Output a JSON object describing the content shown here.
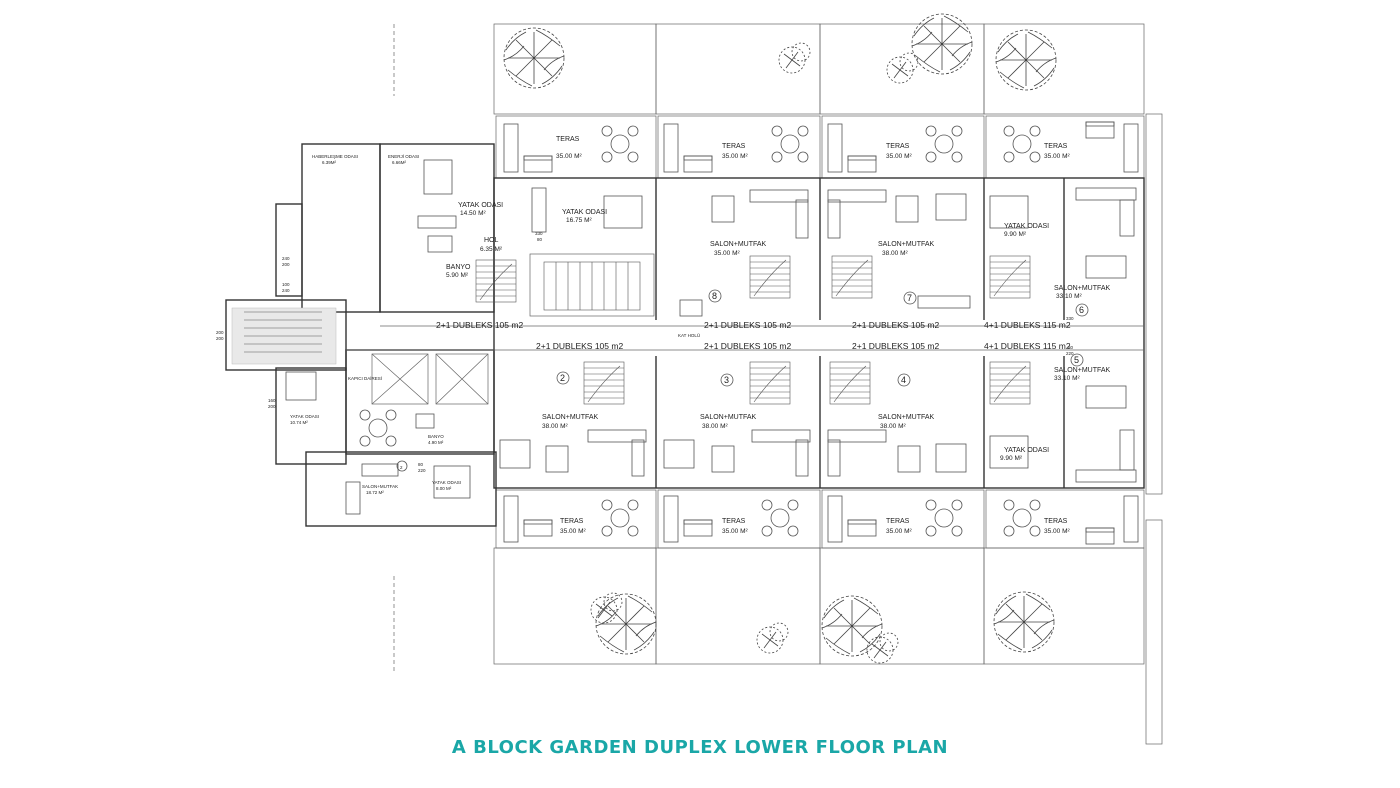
{
  "title": "A BLOCK GARDEN DUPLEX LOWER FLOOR PLAN",
  "title_color": "#1aa7a7",
  "units": {
    "top": [
      "2+1 DUBLEKS 105 m2",
      "2+1 DUBLEKS 105 m2",
      "2+1 DUBLEKS 105 m2",
      "4+1 DUBLEKS 115 m2"
    ],
    "bottom": [
      "2+1 DUBLEKS 105 m2",
      "2+1 DUBLEKS 105 m2",
      "2+1 DUBLEKS 105 m2",
      "4+1 DUBLEKS 115 m2"
    ]
  },
  "unit_numbers": {
    "top": [
      "8",
      "7",
      "6"
    ],
    "bottom": [
      "2",
      "3",
      "4",
      "5"
    ],
    "side": "2"
  },
  "teras": {
    "name": "TERAS",
    "area": "35.00 M²"
  },
  "salon": {
    "name": "SALON+MUTFAK",
    "area_38": "38.00 M²",
    "area_35": "35.00 M²",
    "area_33": "33.10 M²"
  },
  "rooms": {
    "yatak_1450": {
      "name": "YATAK ODASI",
      "area": "14.50 M²"
    },
    "yatak_1675": {
      "name": "YATAK ODASI",
      "area": "16.75 M²"
    },
    "yatak_990": {
      "name": "YATAK ODASI",
      "area": "9.90 M²"
    },
    "hol": {
      "name": "HOL",
      "area": "6.35 M²"
    },
    "banyo": {
      "name": "BANYO",
      "area": "5.90 M²"
    },
    "kapici": "KAPICI DAİRESİ",
    "side_yatak": {
      "name": "YATAK ODASI",
      "area": "10.74 M²"
    },
    "side_salon": {
      "name": "SALON+MUTFAK",
      "area": "18.72 M²"
    },
    "side_yatak2": {
      "name": "YATAK ODASI",
      "area": "8.00 M²"
    },
    "side_banyo": {
      "name": "BANYO",
      "area": "4.90 M²"
    },
    "haberlesme": {
      "name": "HABERLEŞME ODASI",
      "area": "6.39M²"
    },
    "enerji": {
      "name": "ENERJİ ODASI",
      "area": "6.66M²"
    },
    "kat_holu": "KAT HOLÜ"
  },
  "dims": {
    "d330": "330",
    "d80": "80",
    "d220": "220",
    "d200": "200",
    "d100": "100",
    "d240": "240",
    "d160": "160",
    "d60": "60"
  }
}
